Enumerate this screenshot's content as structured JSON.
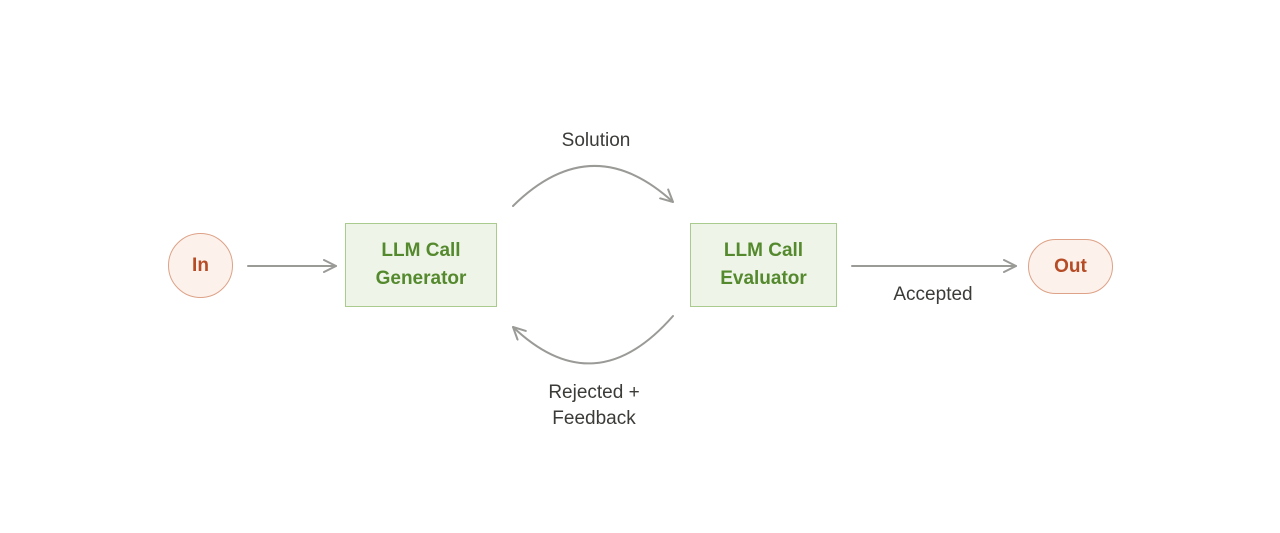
{
  "diagram": {
    "nodes": {
      "input": {
        "label": "In"
      },
      "generator": {
        "label_line1": "LLM Call",
        "label_line2": "Generator"
      },
      "evaluator": {
        "label_line1": "LLM Call",
        "label_line2": "Evaluator"
      },
      "output": {
        "label": "Out"
      }
    },
    "edges": {
      "solution_label": "Solution",
      "rejected_label_line1": "Rejected +",
      "rejected_label_line2": "Feedback",
      "accepted_label": "Accepted"
    },
    "colors": {
      "arrow": "#9a9a97",
      "label_text": "#3b3b38",
      "box_fill": "#eef5e8",
      "box_border": "#a9cb8e",
      "box_text": "#55892e",
      "pill_fill": "#fdf1ec",
      "pill_border": "#dda287",
      "pill_text": "#b54c26"
    }
  }
}
